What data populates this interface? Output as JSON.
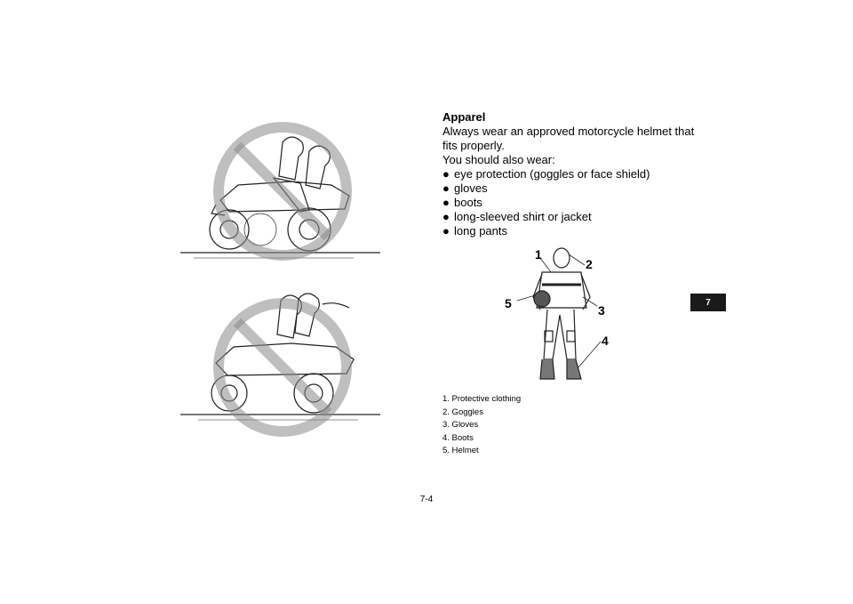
{
  "apparel": {
    "heading": "Apparel",
    "intro": "Always wear an approved motorcycle helmet that",
    "intro_cont": "fits properly.",
    "also": "You should also wear:",
    "bullet_glyph": "●",
    "items": [
      "eye protection (goggles or face shield)",
      "gloves",
      "boots",
      "long-sleeved shirt or jacket",
      "long pants"
    ]
  },
  "figure": {
    "callouts": [
      "1",
      "2",
      "3",
      "4",
      "5"
    ],
    "legend": [
      "1.  Protective clothing",
      "2.  Goggles",
      "3.  Gloves",
      "4.  Boots",
      "5.  Helmet"
    ]
  },
  "page": {
    "number": "7-4",
    "chapter_tab": "7"
  },
  "icons": {
    "illus_top": "no-passenger-atv-icon",
    "illus_bottom": "no-passenger-atv-icon",
    "rider": "rider-protective-gear-icon"
  }
}
